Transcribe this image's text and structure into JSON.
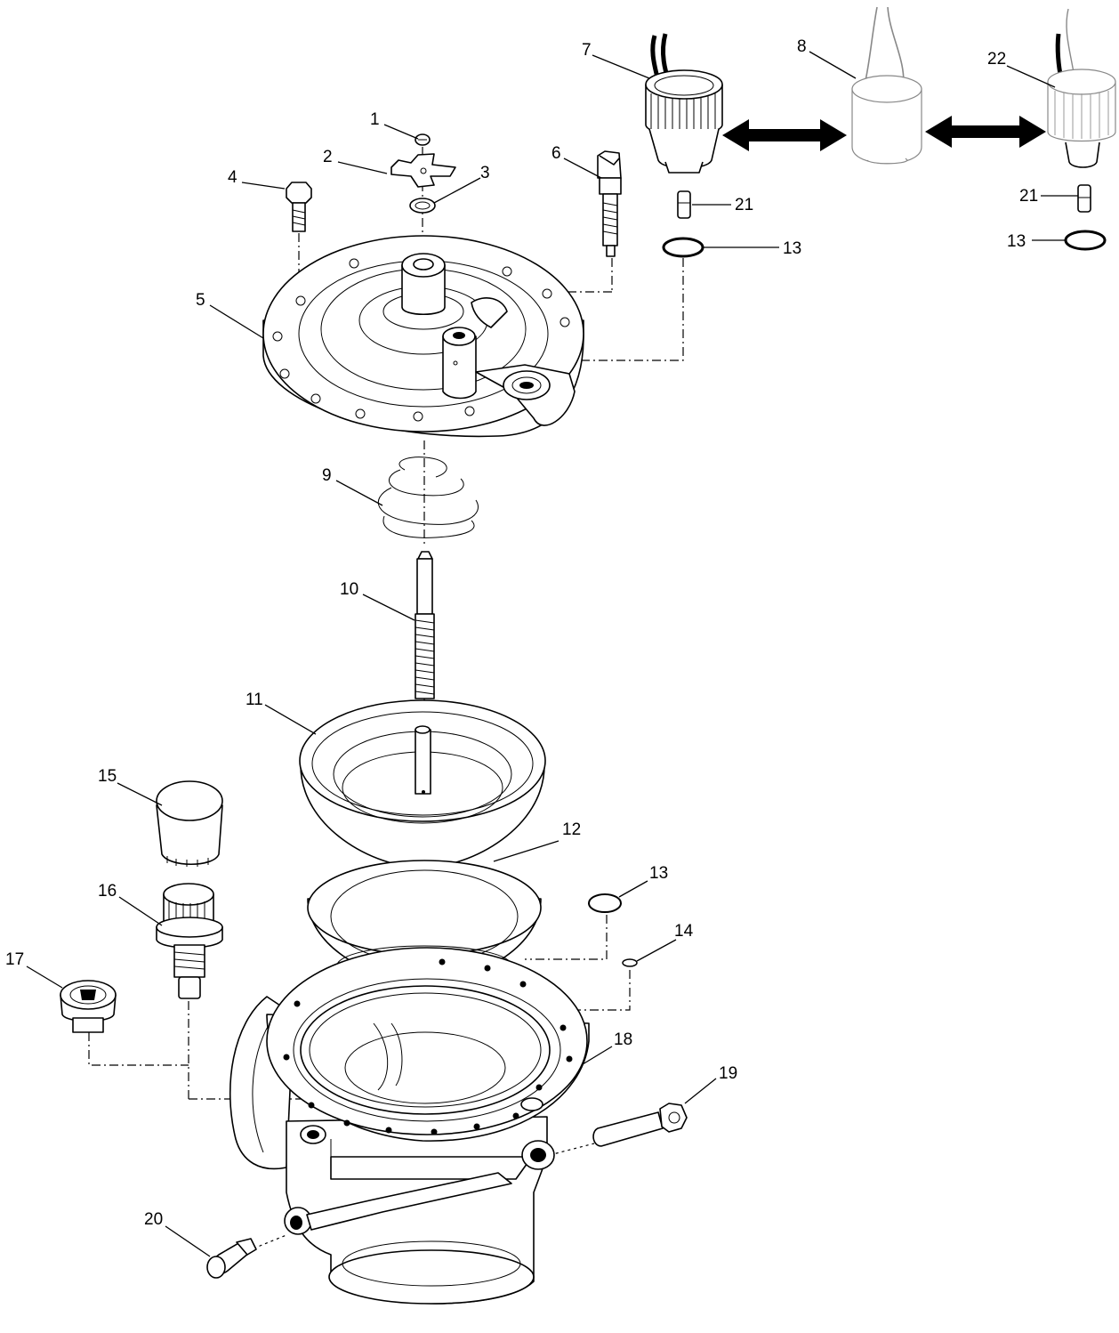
{
  "diagram": {
    "type": "exploded-parts-view",
    "callouts": [
      {
        "id": "c1",
        "text": "1"
      },
      {
        "id": "c2",
        "text": "2"
      },
      {
        "id": "c3",
        "text": "3"
      },
      {
        "id": "c4",
        "text": "4"
      },
      {
        "id": "c5",
        "text": "5"
      },
      {
        "id": "c6",
        "text": "6"
      },
      {
        "id": "c7",
        "text": "7"
      },
      {
        "id": "c8",
        "text": "8"
      },
      {
        "id": "c9",
        "text": "9"
      },
      {
        "id": "c10",
        "text": "10"
      },
      {
        "id": "c11",
        "text": "11"
      },
      {
        "id": "c12",
        "text": "12"
      },
      {
        "id": "c13a",
        "text": "13"
      },
      {
        "id": "c13b",
        "text": "13"
      },
      {
        "id": "c13c",
        "text": "13"
      },
      {
        "id": "c14",
        "text": "14"
      },
      {
        "id": "c15",
        "text": "15"
      },
      {
        "id": "c16",
        "text": "16"
      },
      {
        "id": "c17",
        "text": "17"
      },
      {
        "id": "c18",
        "text": "18"
      },
      {
        "id": "c19",
        "text": "19"
      },
      {
        "id": "c20",
        "text": "20"
      },
      {
        "id": "c21a",
        "text": "21"
      },
      {
        "id": "c21b",
        "text": "21"
      },
      {
        "id": "c22",
        "text": "22"
      }
    ]
  }
}
